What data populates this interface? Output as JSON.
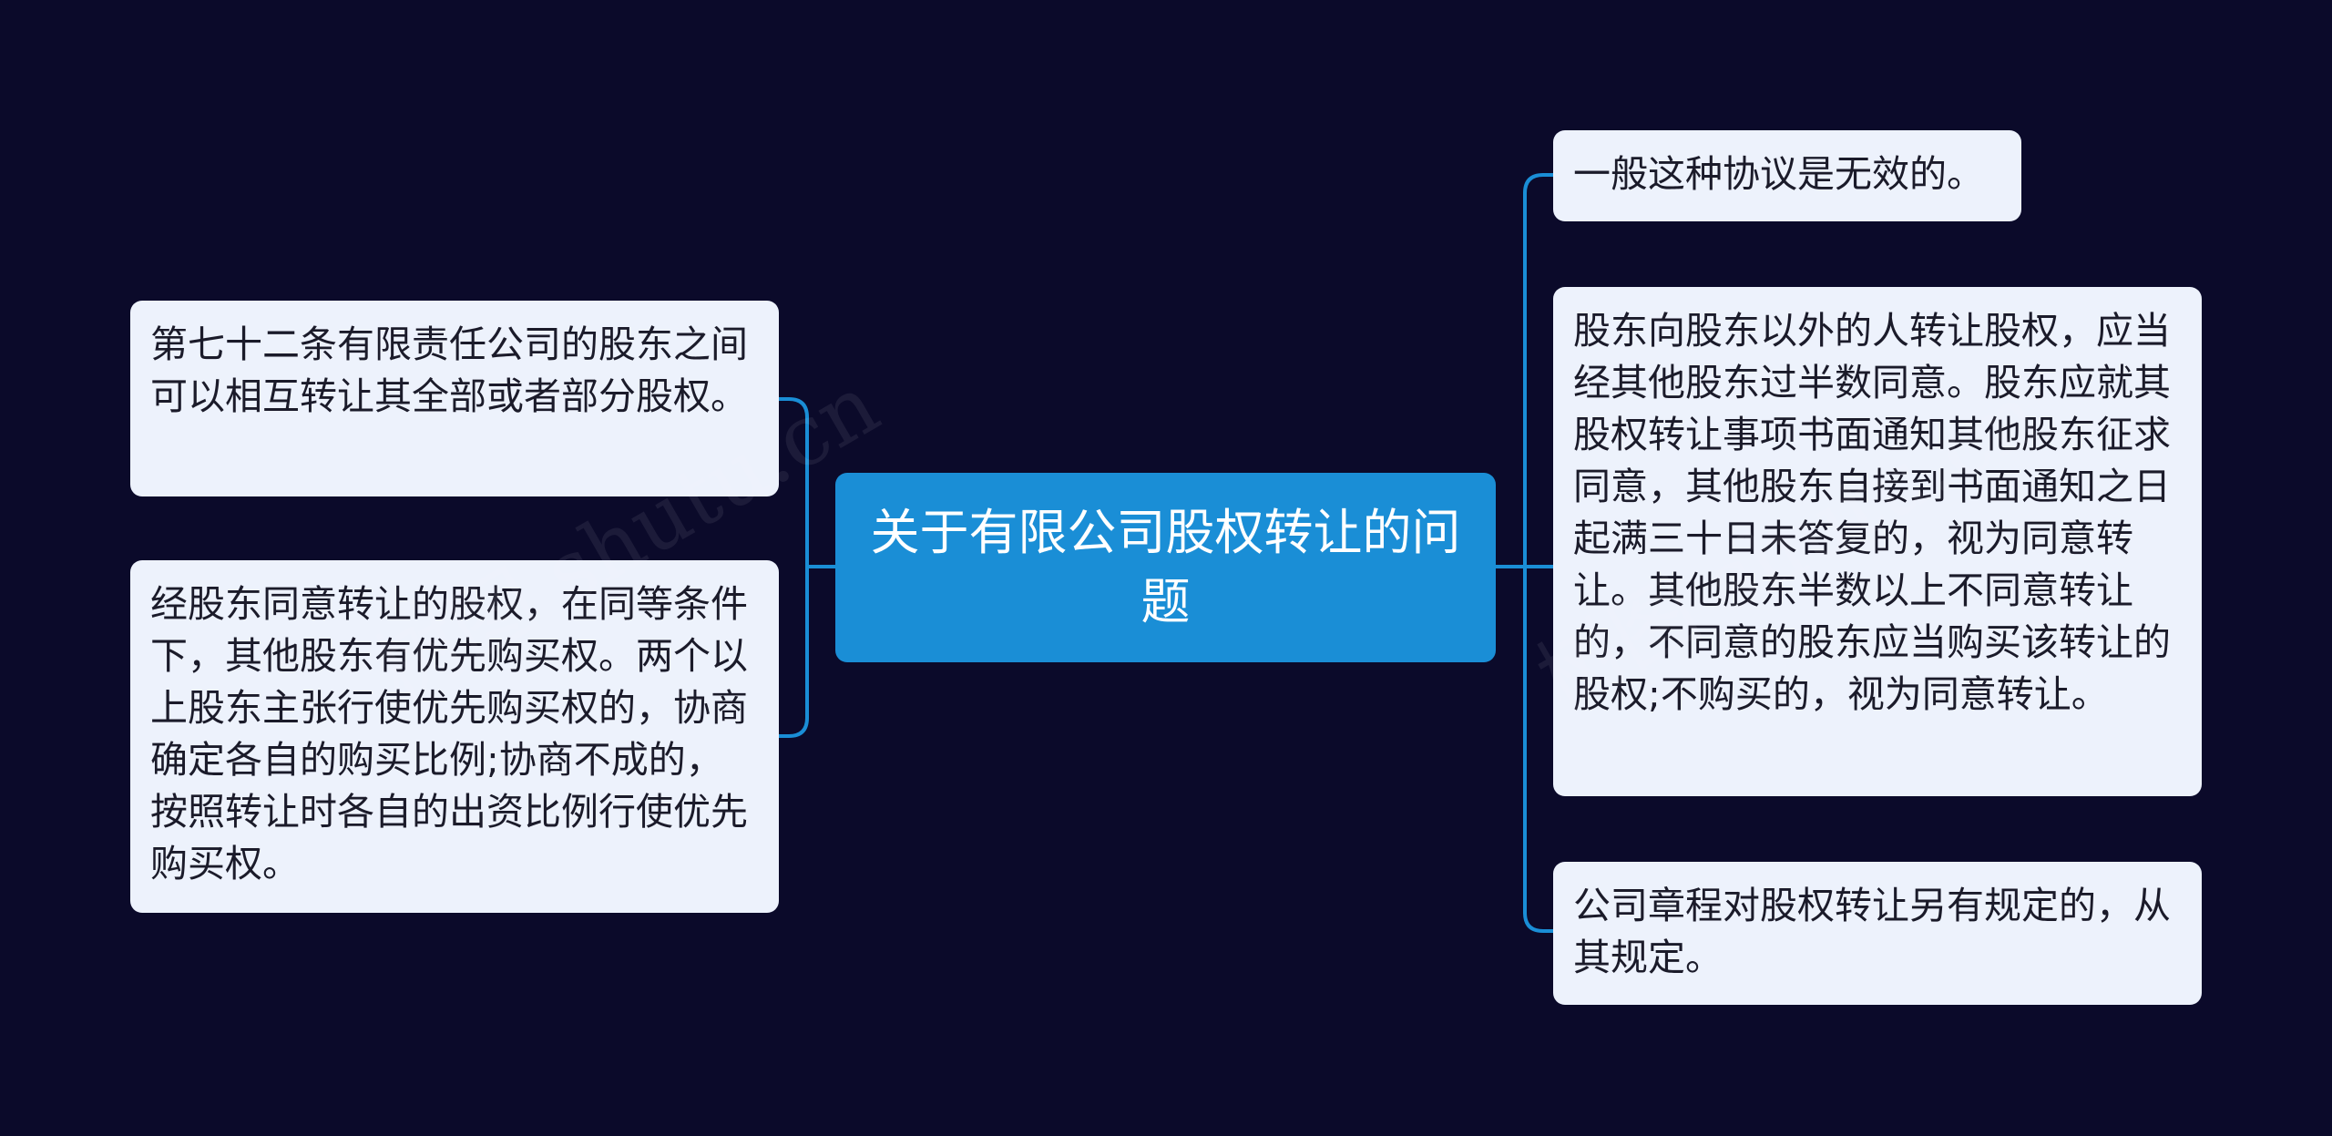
{
  "mindmap": {
    "root": {
      "label": "关于有限公司股权转让的问题"
    },
    "left_nodes": [
      {
        "text": "第七十二条有限责任公司的股东之间可以相互转让其全部或者部分股权。"
      },
      {
        "text": "经股东同意转让的股权，在同等条件下，其他股东有优先购买权。两个以上股东主张行使优先购买权的，协商确定各自的购买比例;协商不成的，按照转让时各自的出资比例行使优先购买权。"
      }
    ],
    "right_nodes": [
      {
        "text": "一般这种协议是无效的。"
      },
      {
        "text": "股东向股东以外的人转让股权，应当经其他股东过半数同意。股东应就其股权转让事项书面通知其他股东征求同意，其他股东自接到书面通知之日起满三十日未答复的，视为同意转让。其他股东半数以上不同意转让的，不同意的股东应当购买该转让的股权;不购买的，视为同意转让。"
      },
      {
        "text": "公司章程对股权转让另有规定的，从其规定。"
      }
    ]
  },
  "watermark": {
    "text": "树图 shutu.cn"
  },
  "colors": {
    "background": "#0b0a2a",
    "root_fill": "#1a8ed6",
    "node_fill": "#edf2fc",
    "connector": "#1a8ed6"
  }
}
